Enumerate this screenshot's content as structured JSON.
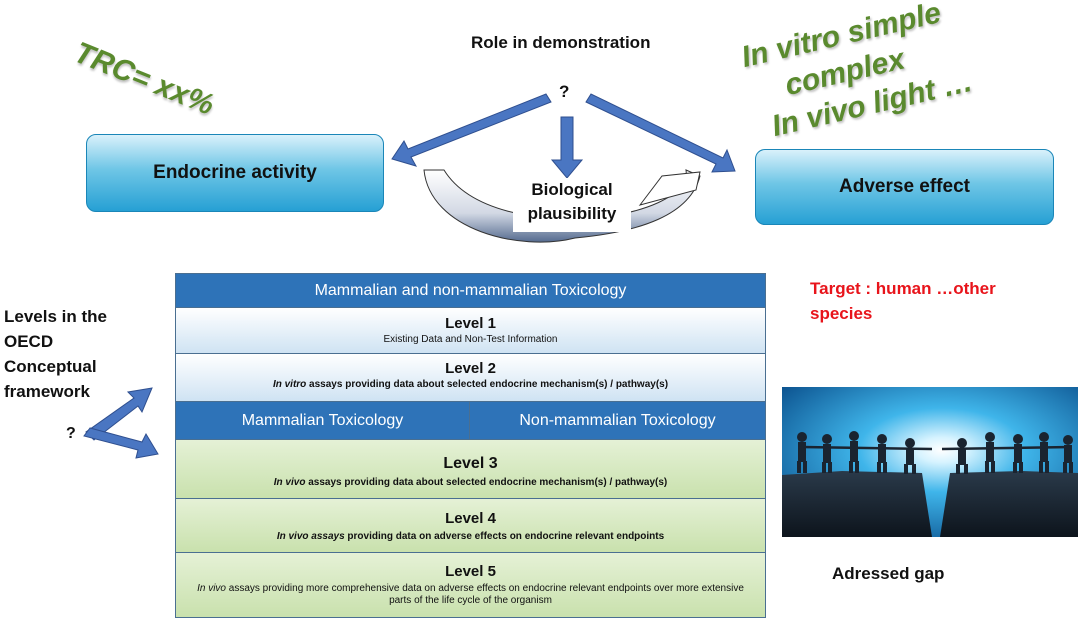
{
  "notes": {
    "trc": "TRC= xx%",
    "invitro_line1": "In vitro simple",
    "invitro_line2": "complex",
    "invitro_line3": "In vivo light …"
  },
  "top": {
    "role": "Role in demonstration",
    "question": "?",
    "endocrine_activity": "Endocrine activity",
    "adverse_effect": "Adverse effect",
    "bio_line1": "Biological",
    "bio_line2": "plausibility"
  },
  "left": {
    "line1": "Levels in the",
    "line2": "OECD",
    "line3": "Conceptual",
    "line4": "framework",
    "question": "?"
  },
  "target": {
    "line1": "Target : human …other",
    "line2": "species"
  },
  "gap_label": "Adressed gap",
  "table": {
    "header": "Mammalian and non-mammalian Toxicology",
    "level1_title": "Level 1",
    "level1_desc": "Existing Data and Non-Test Information",
    "level2_title": "Level 2",
    "level2_em": "In vitro",
    "level2_desc": " assays providing data about selected endocrine mechanism(s) / pathway(s)",
    "split_left": "Mammalian Toxicology",
    "split_right": "Non-mammalian Toxicology",
    "level3_title": "Level 3",
    "level3_em": "In vivo",
    "level3_desc": " assays providing data about selected endocrine mechanism(s) / pathway(s)",
    "level4_title": "Level 4",
    "level4_em": "In vivo assays",
    "level4_desc": " providing data on adverse effects on endocrine relevant endpoints",
    "level5_title": "Level 5",
    "level5_em": "In vivo",
    "level5_desc": " assays providing more comprehensive data on adverse effects on endocrine relevant endpoints over more extensive parts of the life cycle of the organism"
  },
  "colors": {
    "accent_blue": "#2e73b8",
    "green_text": "#5a8a2e",
    "target_red": "#e8141b"
  }
}
